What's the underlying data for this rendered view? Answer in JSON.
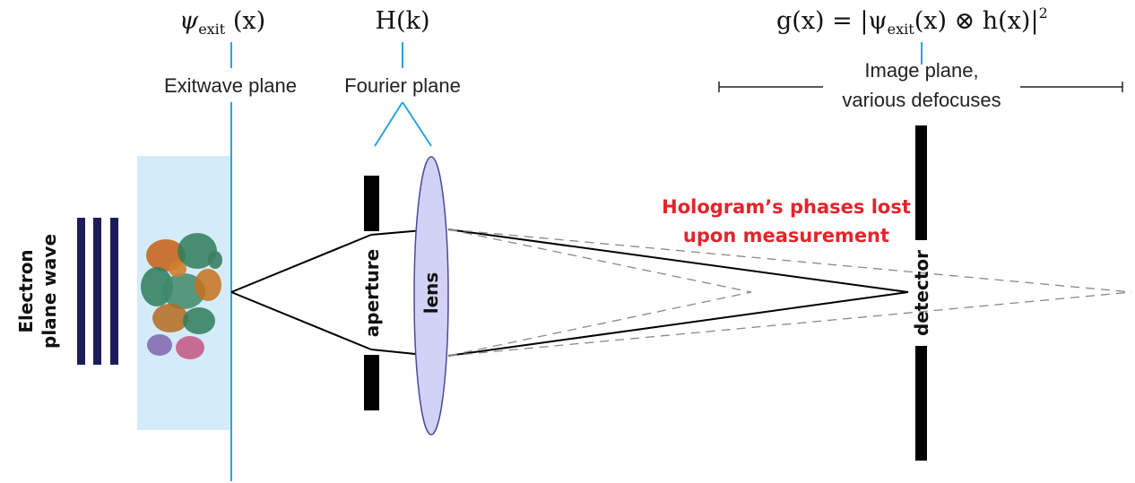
{
  "colors": {
    "plane_line": "#2aa4d8",
    "specimen_fill": "#d4ecf9",
    "wave_bars": "#1f1c5e",
    "lens_fill": "#d2d2f6",
    "lens_stroke": "#4a4a9a",
    "annotation_red": "#e3242b",
    "rays": "#000000",
    "dashed_rays": "#888888"
  },
  "labels": {
    "exitwave_symbol": "ψ",
    "exitwave_sub": "exit",
    "exitwave_arg": " (x)",
    "fourier_symbol": "H(k)",
    "image_eq_left": "g(x) = |ψ",
    "image_eq_sub": "exit",
    "image_eq_right": "(x) ⊗ h(x)|",
    "image_eq_sup": "2",
    "exitwave_plane": "Exitwave plane",
    "fourier_plane": "Fourier plane",
    "image_plane_line1": "Image plane,",
    "image_plane_line2": "various defocuses",
    "electron_line1": "Electron",
    "electron_line2": "plane wave",
    "aperture": "aperture",
    "lens": "lens",
    "detector": "detector",
    "hologram_line1": "Hologram’s phases lost",
    "hologram_line2": "upon measurement"
  },
  "icons": {
    "specimen": "protein-structure-icon"
  }
}
